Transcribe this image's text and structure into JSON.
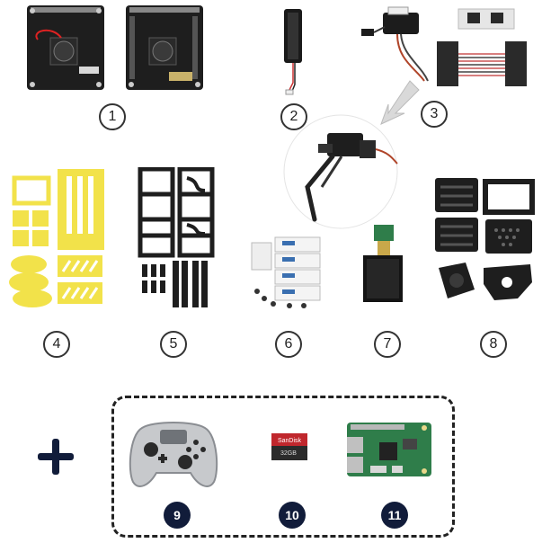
{
  "items": [
    {
      "number": "1",
      "icon": "hat-driver-board-icon"
    },
    {
      "number": "2",
      "icon": "cooling-fan-icon"
    },
    {
      "number": "3",
      "icon": "servo-motors-icon"
    },
    {
      "number": "4",
      "icon": "yellow-acrylic-parts-icon"
    },
    {
      "number": "5",
      "icon": "carbon-fiber-frames-icon"
    },
    {
      "number": "6",
      "icon": "screw-packs-icon"
    },
    {
      "number": "7",
      "icon": "lcd-screen-icon"
    },
    {
      "number": "8",
      "icon": "black-printed-parts-icon"
    },
    {
      "number": "9",
      "icon": "gamepad-controller-icon"
    },
    {
      "number": "10",
      "icon": "microsd-card-icon"
    },
    {
      "number": "11",
      "icon": "raspberry-pi-board-icon"
    }
  ],
  "sd_card": {
    "label_top": "SanDisk",
    "label_size": "32GB"
  },
  "colors": {
    "badge_dark": "#111c3a",
    "yellow_parts": "#f2e24a",
    "pcb_black": "#1e1e1e",
    "pi_green": "#2f7d4a",
    "sd_red": "#c0272d"
  }
}
